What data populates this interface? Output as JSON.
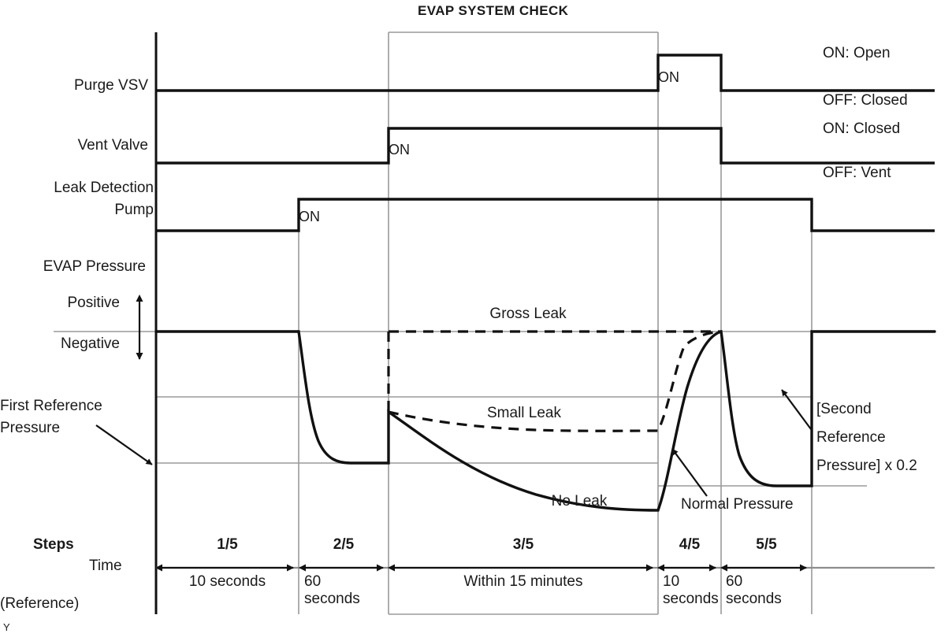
{
  "title": "EVAP SYSTEM CHECK",
  "corner_mark": "Y",
  "row_labels": {
    "purge_vsv": "Purge VSV",
    "vent_valve": "Vent Valve",
    "leak_pump_l1": "Leak Detection",
    "leak_pump_l2": "Pump",
    "evap_pressure": "EVAP Pressure",
    "positive": "Positive",
    "negative": "Negative",
    "first_ref_l1": "First Reference",
    "first_ref_l2": "Pressure"
  },
  "right_legend": [
    {
      "text": "ON: Open"
    },
    {
      "text": "OFF: Closed"
    },
    {
      "text": "ON: Closed"
    },
    {
      "text": "OFF: Vent"
    }
  ],
  "second_ref_note": {
    "l1": "[Second",
    "l2": "Reference",
    "l3": "Pressure] x 0.2"
  },
  "state_labels": {
    "purge_on": "ON",
    "vent_on": "ON",
    "pump_on": "ON"
  },
  "curve_labels": {
    "gross_leak": "Gross Leak",
    "small_leak": "Small Leak",
    "no_leak": "No Leak",
    "normal_pressure": "Normal Pressure"
  },
  "axis": {
    "steps_label": "Steps",
    "time_label": "Time",
    "reference_label": "(Reference)"
  },
  "chart_data": {
    "type": "line",
    "title": "EVAP SYSTEM CHECK",
    "xlabel": "Time (Reference)",
    "ylabel": "EVAP Pressure",
    "grid": true,
    "legend": [
      "Gross Leak",
      "Small Leak",
      "No Leak"
    ],
    "steps": [
      {
        "id": "1/5",
        "duration": "10 seconds"
      },
      {
        "id": "2/5",
        "duration": "60 seconds"
      },
      {
        "id": "3/5",
        "duration": "Within 15 minutes"
      },
      {
        "id": "4/5",
        "duration": "10 seconds"
      },
      {
        "id": "5/5",
        "duration": "60 seconds"
      }
    ],
    "digital_signals": [
      {
        "name": "Purge VSV",
        "on_label": "ON",
        "off_state": "OFF: Closed",
        "on_state": "ON: Open",
        "on_intervals": [
          [
            "4/5 start",
            "4/5 end"
          ]
        ]
      },
      {
        "name": "Vent Valve",
        "on_label": "ON",
        "off_state": "OFF: Vent",
        "on_state": "ON: Closed",
        "on_intervals": [
          [
            "3/5 start",
            "4/5 start"
          ]
        ]
      },
      {
        "name": "Leak Detection Pump",
        "on_label": "ON",
        "off_state": "OFF",
        "on_state": "ON",
        "on_intervals": [
          [
            "2/5 start",
            "5/5 end"
          ]
        ]
      }
    ],
    "pressure_levels": [
      {
        "name": "Atmospheric / zero",
        "note": "Positive above, Negative below"
      },
      {
        "name": "[Second Reference Pressure] x 0.2"
      },
      {
        "name": "First Reference Pressure"
      }
    ],
    "series": [
      {
        "name": "No Leak",
        "style": "solid",
        "description": "Drops from zero to First Reference Pressure during 2/5, holds; during 3/5 decays slowly from Second-Reference level to below No-Leak line; rises back to zero during 4/5; decays to Normal Pressure during 5/5."
      },
      {
        "name": "Small Leak",
        "style": "dashed",
        "description": "During 3/5 falls only slightly from the Second-Reference level and levels off above the No Leak curve; rises back to zero in 4/5."
      },
      {
        "name": "Gross Leak",
        "style": "dashed",
        "description": "Stays flat at the zero/atmospheric level throughout 3/5."
      }
    ],
    "annotations": [
      {
        "text": "First Reference Pressure",
        "points_to": "low pressure plateau at start of step 3/5"
      },
      {
        "text": "Normal Pressure",
        "points_to": "rising no-leak curve in step 4/5"
      },
      {
        "text": "[Second Reference Pressure] x 0.2",
        "points_to": "second reference gridline in step 5/5"
      }
    ]
  }
}
